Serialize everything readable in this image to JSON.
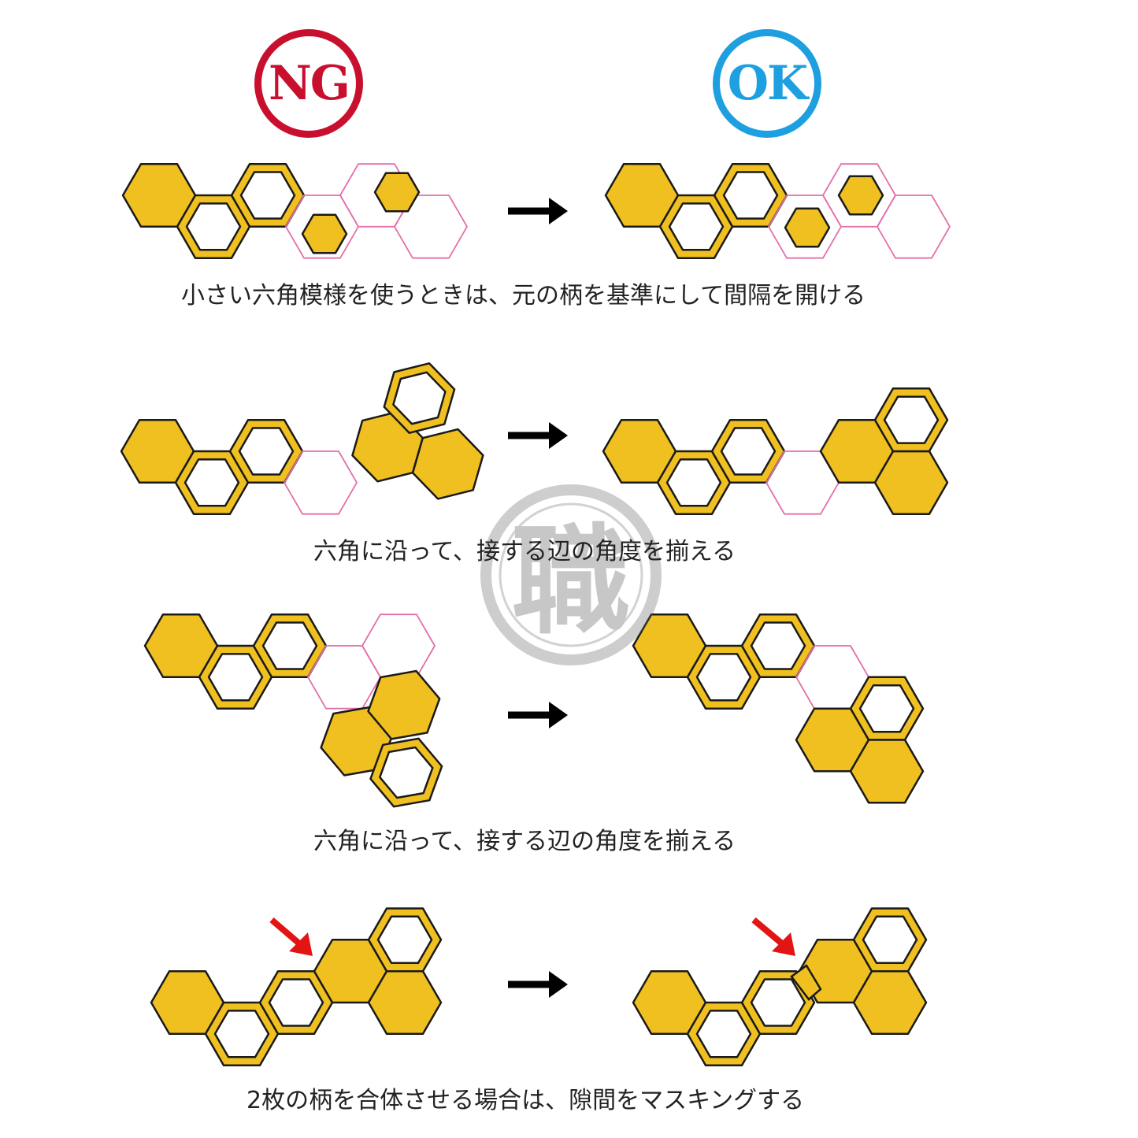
{
  "badges": {
    "ng": "NG",
    "ok": "OK"
  },
  "captions": [
    "小さい六角模様を使うときは、元の柄を基準にして間隔を開ける",
    "六角に沿って、接する辺の角度を揃える",
    "六角に沿って、接する辺の角度を揃える",
    "2枚の柄を合体させる場合は、隙間をマスキングする"
  ],
  "watermark": "職",
  "colors": {
    "fill": "#f0c020",
    "outline": "#1a1a1a",
    "guide": "#e36fa9",
    "ng": "#c8102e",
    "ok": "#1e9fe0",
    "pointer": "#e31414"
  }
}
